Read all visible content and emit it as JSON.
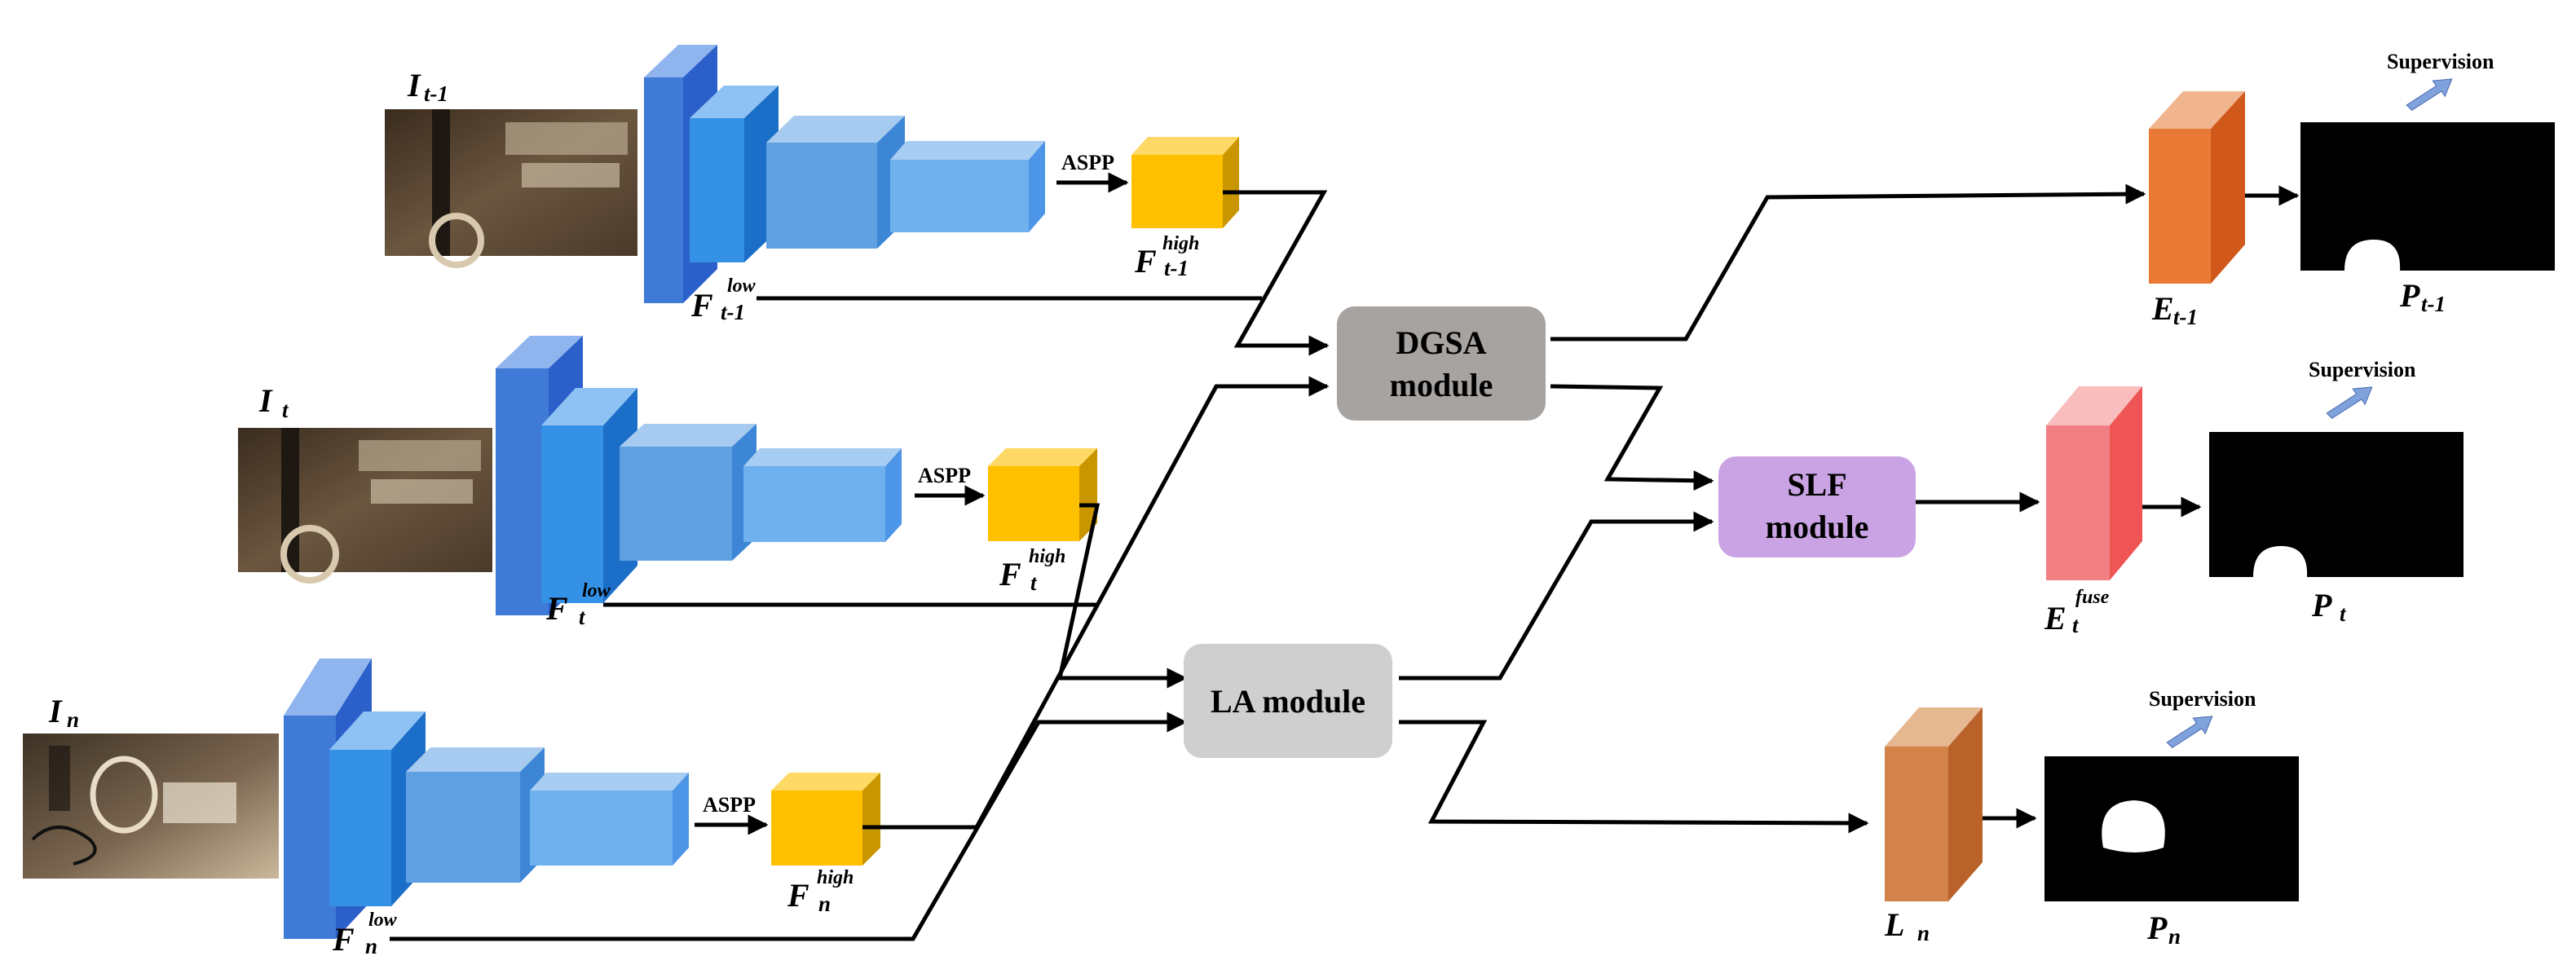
{
  "frames": [
    {
      "image": "I",
      "image_sub": "t-1",
      "aspp": "ASPP",
      "high_main": "F",
      "high_sup": "high",
      "high_sub": "t-1",
      "low_main": "F",
      "low_sup": "low",
      "low_sub": "t-1"
    },
    {
      "image": "I",
      "image_sub": "t",
      "aspp": "ASPP",
      "high_main": "F",
      "high_sup": "high",
      "high_sub": "t",
      "low_main": "F",
      "low_sup": "low",
      "low_sub": "t"
    },
    {
      "image": "I",
      "image_sub": "n",
      "aspp": "ASPP",
      "high_main": "F",
      "high_sup": "high",
      "high_sub": "n",
      "low_main": "F",
      "low_sup": "low",
      "low_sub": "n"
    }
  ],
  "modules": {
    "dgsa": {
      "line1": "DGSA",
      "line2": "module"
    },
    "slf": {
      "line1": "SLF",
      "line2": "module"
    },
    "la": {
      "line1": "LA module"
    }
  },
  "outputs": {
    "e_prev": {
      "main": "E",
      "sub": "t-1"
    },
    "e_fuse": {
      "main": "E",
      "sup": "fuse",
      "sub": "t"
    },
    "l_n": {
      "main": "L",
      "sub": "n"
    },
    "p_prev": {
      "main": "P",
      "sub": "t-1"
    },
    "p_t": {
      "main": "P",
      "sub": "t"
    },
    "p_n": {
      "main": "P",
      "sub": "n"
    }
  },
  "supervision_label": "Supervision",
  "colors": {
    "cube_dark": "#3366cc",
    "cube_mid": "#2f80e0",
    "cube_light": "#5b9fe0",
    "cube_lighter": "#70b0ee",
    "aspp_yellow": "#ffc000",
    "dgsa_gray": "#a6a3a1",
    "la_gray": "#cfcfcf",
    "slf_purple": "#c9a3e3",
    "e_prev_orange": "#e97a35",
    "e_fuse_pink": "#f27f84",
    "l_n_brown": "#d3824a",
    "supervision_arrow": "#7fa2dc"
  }
}
